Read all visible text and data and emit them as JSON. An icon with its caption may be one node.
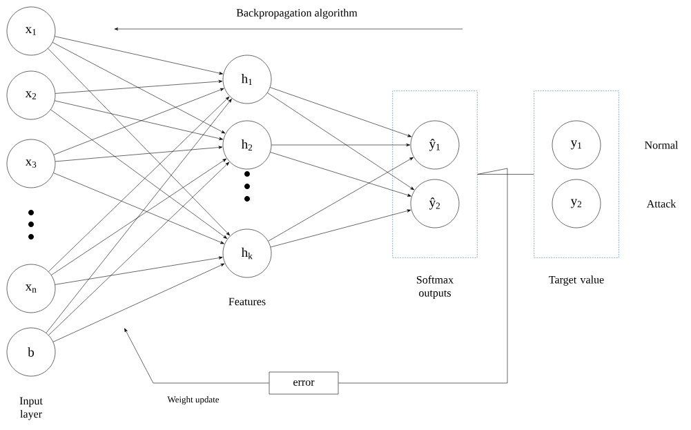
{
  "diagram": {
    "nodes": [
      {
        "text": [
          "x$_{1}$"
        ]
      },
      {
        "text": [
          "x$_{2}$"
        ]
      },
      {
        "text": [
          "x$_{3}$"
        ]
      },
      {
        "text": [
          "x$_{n}$"
        ]
      },
      {
        "text": [
          "b"
        ]
      },
      {
        "text": [
          "h$_{1}$"
        ]
      },
      {
        "text": [
          "h$_{2}$"
        ]
      },
      {
        "text": [
          "h$_{k}$"
        ]
      },
      {
        "text": [
          "Softmax outputs"
        ]
      },
      {
        "text": [
          "ŷ$_{1}$"
        ],
        "in": 8
      },
      {
        "text": [
          "ŷ$_{2}$"
        ],
        "in": 8
      },
      {
        "text": [
          "Target value"
        ]
      },
      {
        "text": [
          "y$_{1}$"
        ],
        "in": 11
      },
      {
        "text": [
          "y$_{2}$"
        ],
        "in": 11
      },
      {
        "text": [
          "error"
        ]
      }
    ],
    "edges": [
      {
        "from": 0,
        "to": 5,
        "arrow": "to"
      },
      {
        "from": 0,
        "to": 6,
        "arrow": "to"
      },
      {
        "from": 0,
        "to": 7,
        "arrow": "to"
      },
      {
        "from": 1,
        "to": 5,
        "arrow": "to"
      },
      {
        "from": 1,
        "to": 6,
        "arrow": "to"
      },
      {
        "from": 1,
        "to": 7,
        "arrow": "to"
      },
      {
        "from": 2,
        "to": 5,
        "arrow": "to"
      },
      {
        "from": 2,
        "to": 6,
        "arrow": "to"
      },
      {
        "from": 2,
        "to": 7,
        "arrow": "to"
      },
      {
        "from": 3,
        "to": 5,
        "arrow": "to"
      },
      {
        "from": 3,
        "to": 6,
        "arrow": "to"
      },
      {
        "from": 3,
        "to": 7,
        "arrow": "to"
      },
      {
        "from": 4,
        "to": 5,
        "arrow": "to"
      },
      {
        "from": 4,
        "to": 6,
        "arrow": "to"
      },
      {
        "from": 4,
        "to": 7,
        "arrow": "to"
      },
      {
        "from": 5,
        "to": 9,
        "arrow": "to"
      },
      {
        "from": 5,
        "to": 10,
        "arrow": "to"
      },
      {
        "from": 6,
        "to": 9,
        "arrow": "to"
      },
      {
        "from": 6,
        "to": 10,
        "arrow": "to"
      },
      {
        "from": 7,
        "to": 9,
        "arrow": "to"
      },
      {
        "from": 7,
        "to": 10,
        "arrow": "to"
      },
      {
        "from": 8,
        "to": 11,
        "arrow": "none"
      },
      {
        "from": 8,
        "to": 14,
        "arrow": "none"
      },
      {
        "from": 14,
        "to": null,
        "arrow": "to",
        "label": "Weight update"
      }
    ],
    "labels": [
      "Backpropagation algorithm",
      "Normal",
      "Attack",
      "Features",
      "Input layer"
    ]
  }
}
